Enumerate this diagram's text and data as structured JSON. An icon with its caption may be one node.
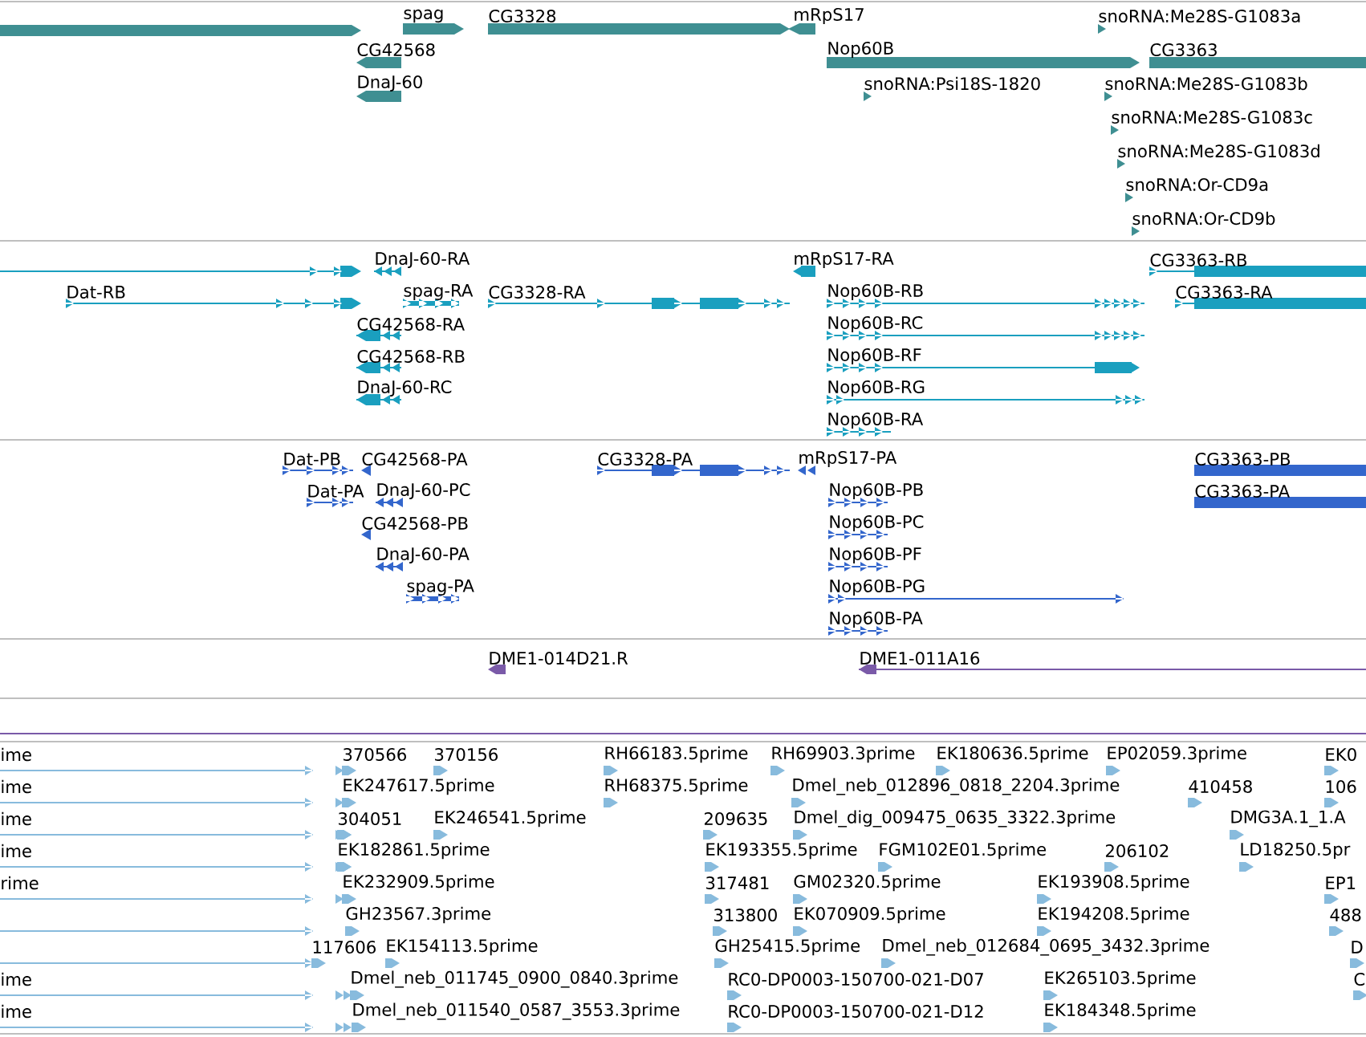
{
  "diagram": {
    "labels": [
      "spag",
      "CG3328",
      "mRpS17",
      "snoRNA:Me28S-G1083a",
      "CG42568",
      "Nop60B",
      "CG3363",
      "DnaJ-60",
      "snoRNA:Psi18S-1820",
      "snoRNA:Me28S-G1083b",
      "snoRNA:Me28S-G1083c",
      "snoRNA:Me28S-G1083d",
      "snoRNA:Or-CD9a",
      "snoRNA:Or-CD9b",
      "DnaJ-60-RA",
      "mRpS17-RA",
      "CG3363-RB",
      "Dat-RB",
      "spag-RA",
      "CG3328-RA",
      "Nop60B-RB",
      "CG3363-RA",
      "CG42568-RA",
      "Nop60B-RC",
      "CG42568-RB",
      "Nop60B-RF",
      "DnaJ-60-RC",
      "Nop60B-RG",
      "Nop60B-RA",
      "Dat-PB",
      "CG42568-PA",
      "CG3328-PA",
      "mRpS17-PA",
      "CG3363-PB",
      "Dat-PA",
      "DnaJ-60-PC",
      "Nop60B-PB",
      "CG3363-PA",
      "CG42568-PB",
      "Nop60B-PC",
      "DnaJ-60-PA",
      "Nop60B-PF",
      "spag-PA",
      "Nop60B-PG",
      "Nop60B-PA",
      "DME1-014D21.R",
      "DME1-011A16",
      "ime",
      "370566",
      "370156",
      "RH66183.5prime",
      "RH69903.3prime",
      "EK180636.5prime",
      "EP02059.3prime",
      "EK0",
      "ime",
      "EK247617.5prime",
      "RH68375.5prime",
      "Dmel_neb_012896_0818_2204.3prime",
      "410458",
      "106",
      "ime",
      "304051",
      "EK246541.5prime",
      "209635",
      "Dmel_dig_009475_0635_3322.3prime",
      "DMG3A.1_1.A",
      "ime",
      "EK182861.5prime",
      "EK193355.5prime",
      "FGM102E01.5prime",
      "206102",
      "LD18250.5pr",
      "rime",
      "EK232909.5prime",
      "317481",
      "GM02320.5prime",
      "EK193908.5prime",
      "EP1",
      "GH23567.3prime",
      "313800",
      "EK070909.5prime",
      "EK194208.5prime",
      "488",
      "117606",
      "EK154113.5prime",
      "GH25415.5prime",
      "Dmel_neb_012684_0695_3432.3prime",
      "D",
      "ime",
      "Dmel_neb_011745_0900_0840.3prime",
      "RC0-DP0003-150700-021-D07",
      "EK265103.5prime",
      "C",
      "ime",
      "Dmel_neb_011540_0587_3553.3prime",
      "RC0-DP0003-150700-021-D12",
      "EK184348.5prime"
    ]
  }
}
